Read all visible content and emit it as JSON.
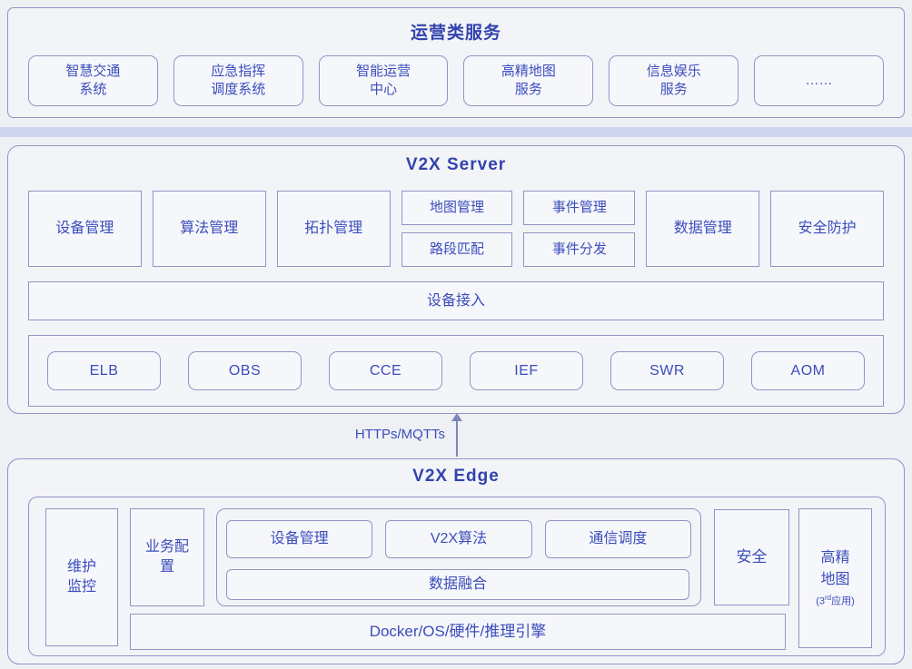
{
  "colors": {
    "background": "#eef0f4",
    "section_fill": "#f3f4f8",
    "box_fill": "#f6f7fb",
    "border": "#8f96c4",
    "text_blue": "#3b4dbb",
    "title_blue": "#3243ae",
    "divider_blue": "#cdd6ee"
  },
  "ops": {
    "title": "运营类服务",
    "boxes": [
      {
        "line1": "智慧交通",
        "line2": "系统"
      },
      {
        "line1": "应急指挥",
        "line2": "调度系统"
      },
      {
        "line1": "智能运营",
        "line2": "中心"
      },
      {
        "line1": "高精地图",
        "line2": "服务"
      },
      {
        "line1": "信息娱乐",
        "line2": "服务"
      }
    ],
    "ellipsis": "……"
  },
  "server": {
    "title": "V2X Server",
    "row_modules": [
      "设备管理",
      "算法管理",
      "拓扑管理"
    ],
    "stacked_pairs": [
      [
        "地图管理",
        "路段匹配"
      ],
      [
        "事件管理",
        "事件分发"
      ]
    ],
    "tail_modules": [
      "数据管理",
      "安全防护"
    ],
    "access_bar": "设备接入",
    "cloud_services": [
      "ELB",
      "OBS",
      "CCE",
      "IEF",
      "SWR",
      "AOM"
    ]
  },
  "link": {
    "protocol_label": "HTTPs/MQTTs"
  },
  "edge": {
    "title": "V2X Edge",
    "maintenance": {
      "line1": "维护",
      "line2": "监控"
    },
    "biz_config": {
      "line1": "业务配",
      "line2": "置"
    },
    "modules": [
      "设备管理",
      "V2X算法",
      "通信调度"
    ],
    "fusion_bar": "数据融合",
    "security": "安全",
    "hd_map": {
      "line1": "高精",
      "line2": "地图",
      "line3_prefix": "(3",
      "line3_sup": "rd",
      "line3_suffix": "应用)"
    },
    "platform_bar": "Docker/OS/硬件/推理引擎"
  }
}
